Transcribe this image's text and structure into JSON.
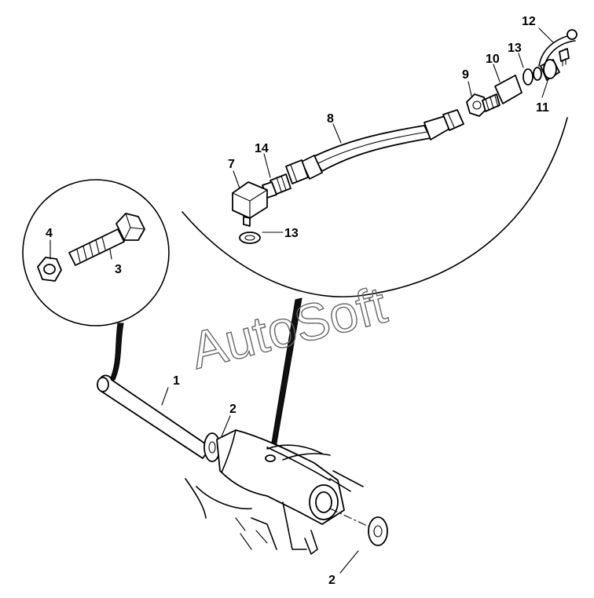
{
  "watermark": "AutoSoft",
  "callouts": {
    "c1": "1",
    "c2a": "2",
    "c2b": "2",
    "c3": "3",
    "c4": "4",
    "c7": "7",
    "c8": "8",
    "c9": "9",
    "c10": "10",
    "c11": "11",
    "c12": "12",
    "c13a": "13",
    "c13b": "13",
    "c14": "14"
  },
  "colors": {
    "line": "#000000",
    "background": "#ffffff",
    "watermark": "#666666"
  }
}
